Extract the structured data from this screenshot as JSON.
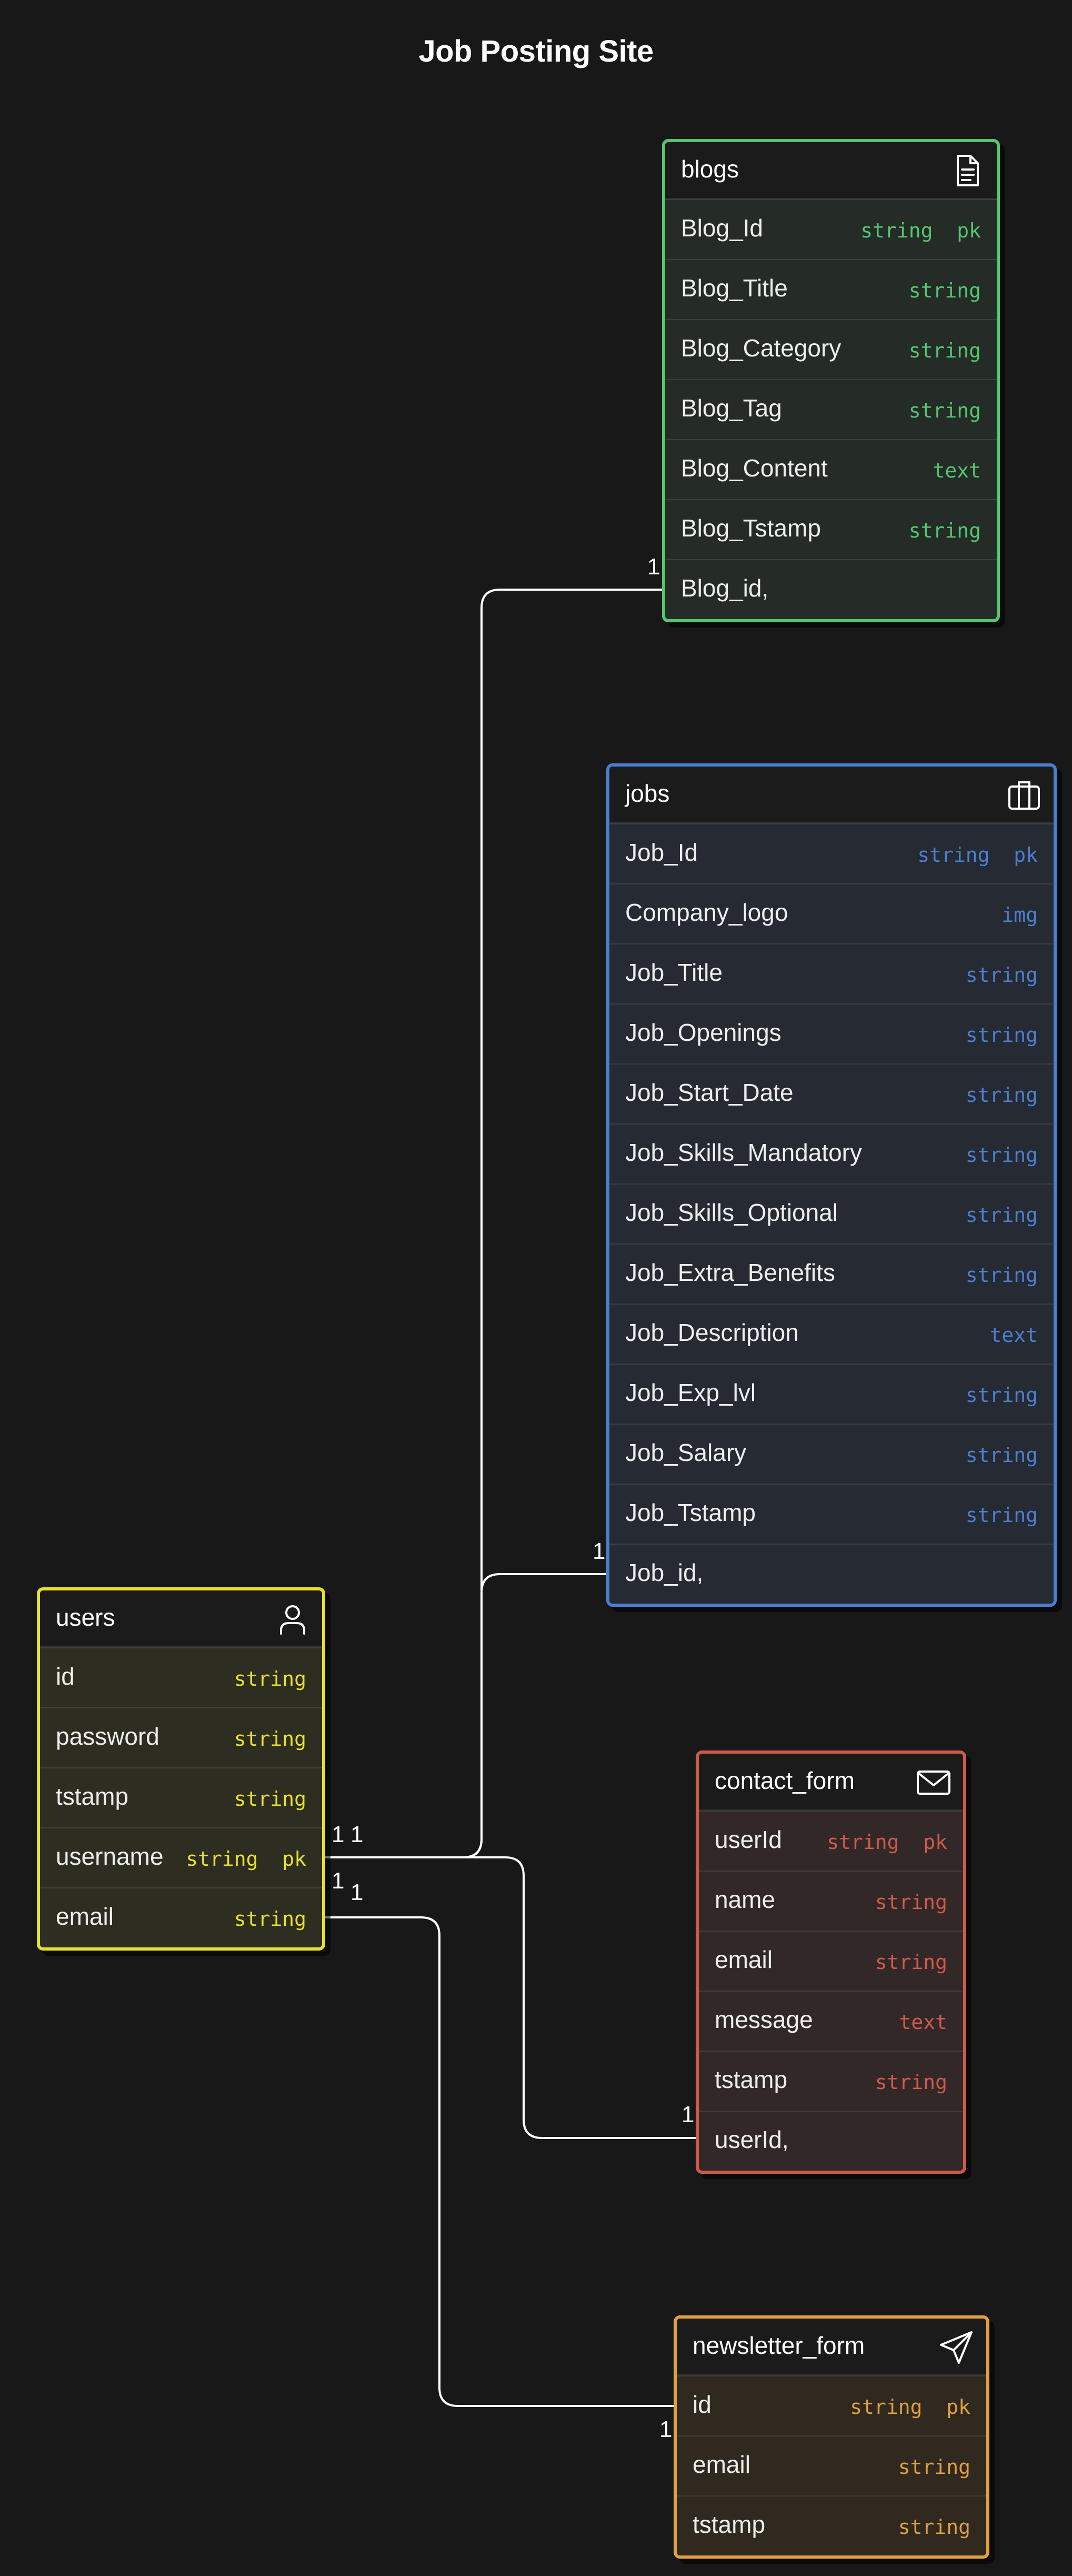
{
  "title": "Job Posting Site",
  "colors": {
    "background": "#181818",
    "edge": "#ffffff",
    "blogs": "#53c66f",
    "jobs": "#4a7fd0",
    "users": "#e8e12e",
    "contact_form": "#cf5a4c",
    "newsletter_form": "#e0a043"
  },
  "entities": {
    "blogs": {
      "name": "blogs",
      "icon": "document-icon",
      "fields": [
        {
          "name": "Blog_Id",
          "type": "string  pk"
        },
        {
          "name": "Blog_Title",
          "type": "string"
        },
        {
          "name": "Blog_Category",
          "type": "string"
        },
        {
          "name": "Blog_Tag",
          "type": "string"
        },
        {
          "name": "Blog_Content",
          "type": "text"
        },
        {
          "name": "Blog_Tstamp",
          "type": "string"
        },
        {
          "name": "Blog_id,",
          "type": ""
        }
      ]
    },
    "jobs": {
      "name": "jobs",
      "icon": "briefcase-icon",
      "fields": [
        {
          "name": "Job_Id",
          "type": "string  pk"
        },
        {
          "name": "Company_logo",
          "type": "img"
        },
        {
          "name": "Job_Title",
          "type": "string"
        },
        {
          "name": "Job_Openings",
          "type": "string"
        },
        {
          "name": "Job_Start_Date",
          "type": "string"
        },
        {
          "name": "Job_Skills_Mandatory",
          "type": "string"
        },
        {
          "name": "Job_Skills_Optional",
          "type": "string"
        },
        {
          "name": "Job_Extra_Benefits",
          "type": "string"
        },
        {
          "name": "Job_Description",
          "type": "text"
        },
        {
          "name": "Job_Exp_lvl",
          "type": "string"
        },
        {
          "name": "Job_Salary",
          "type": "string"
        },
        {
          "name": "Job_Tstamp",
          "type": "string"
        },
        {
          "name": "Job_id,",
          "type": ""
        }
      ]
    },
    "users": {
      "name": "users",
      "icon": "user-icon",
      "fields": [
        {
          "name": "id",
          "type": "string"
        },
        {
          "name": "password",
          "type": "string"
        },
        {
          "name": "tstamp",
          "type": "string"
        },
        {
          "name": "username",
          "type": "string  pk"
        },
        {
          "name": "email",
          "type": "string"
        }
      ]
    },
    "contact_form": {
      "name": "contact_form",
      "icon": "envelope-icon",
      "fields": [
        {
          "name": "userId",
          "type": "string  pk"
        },
        {
          "name": "name",
          "type": "string"
        },
        {
          "name": "email",
          "type": "string"
        },
        {
          "name": "message",
          "type": "text"
        },
        {
          "name": "tstamp",
          "type": "string"
        },
        {
          "name": "userId,",
          "type": ""
        }
      ]
    },
    "newsletter_form": {
      "name": "newsletter_form",
      "icon": "send-icon",
      "fields": [
        {
          "name": "id",
          "type": "string  pk"
        },
        {
          "name": "email",
          "type": "string"
        },
        {
          "name": "tstamp",
          "type": "string"
        }
      ]
    }
  },
  "cardinality": {
    "blogs_link": "1",
    "jobs_link": "1",
    "username_a": "1",
    "username_b": "1",
    "email_a": "1",
    "email_b": "1",
    "contact_link": "1",
    "newsletter_link": "1"
  }
}
